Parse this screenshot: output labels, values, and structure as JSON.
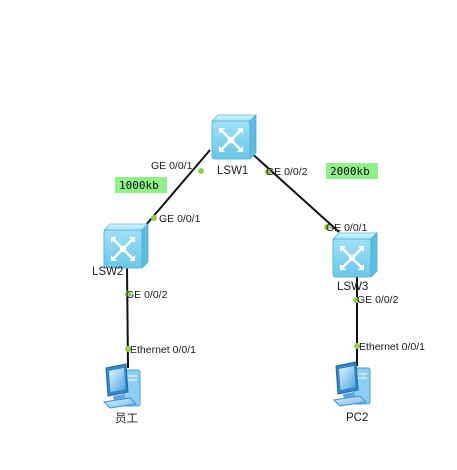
{
  "colors": {
    "link": "#111111",
    "port_dot": "#8fd14f",
    "switch_body": "#a8e6f8",
    "bandwidth_bg": "#8ff08a"
  },
  "devices": {
    "lsw1": {
      "name": "LSW1",
      "icon": "switch-icon"
    },
    "lsw2": {
      "name": "LSW2",
      "icon": "switch-icon"
    },
    "lsw3": {
      "name": "LSW3",
      "icon": "switch-icon"
    },
    "pc1": {
      "name": "员工",
      "icon": "pc-icon"
    },
    "pc2": {
      "name": "PC2",
      "icon": "pc-icon"
    }
  },
  "ports": {
    "lsw1_to_lsw2": "GE 0/0/1",
    "lsw1_to_lsw3": "GE 0/0/2",
    "lsw2_up": "GE 0/0/1",
    "lsw2_down": "GE 0/0/2",
    "lsw3_up": "GE 0/0/1",
    "lsw3_down": "GE 0/0/2",
    "pc1_eth": "Ethernet 0/0/1",
    "pc2_eth": "Ethernet 0/0/1"
  },
  "bandwidth": {
    "left": "1000kb",
    "right": "2000kb"
  }
}
